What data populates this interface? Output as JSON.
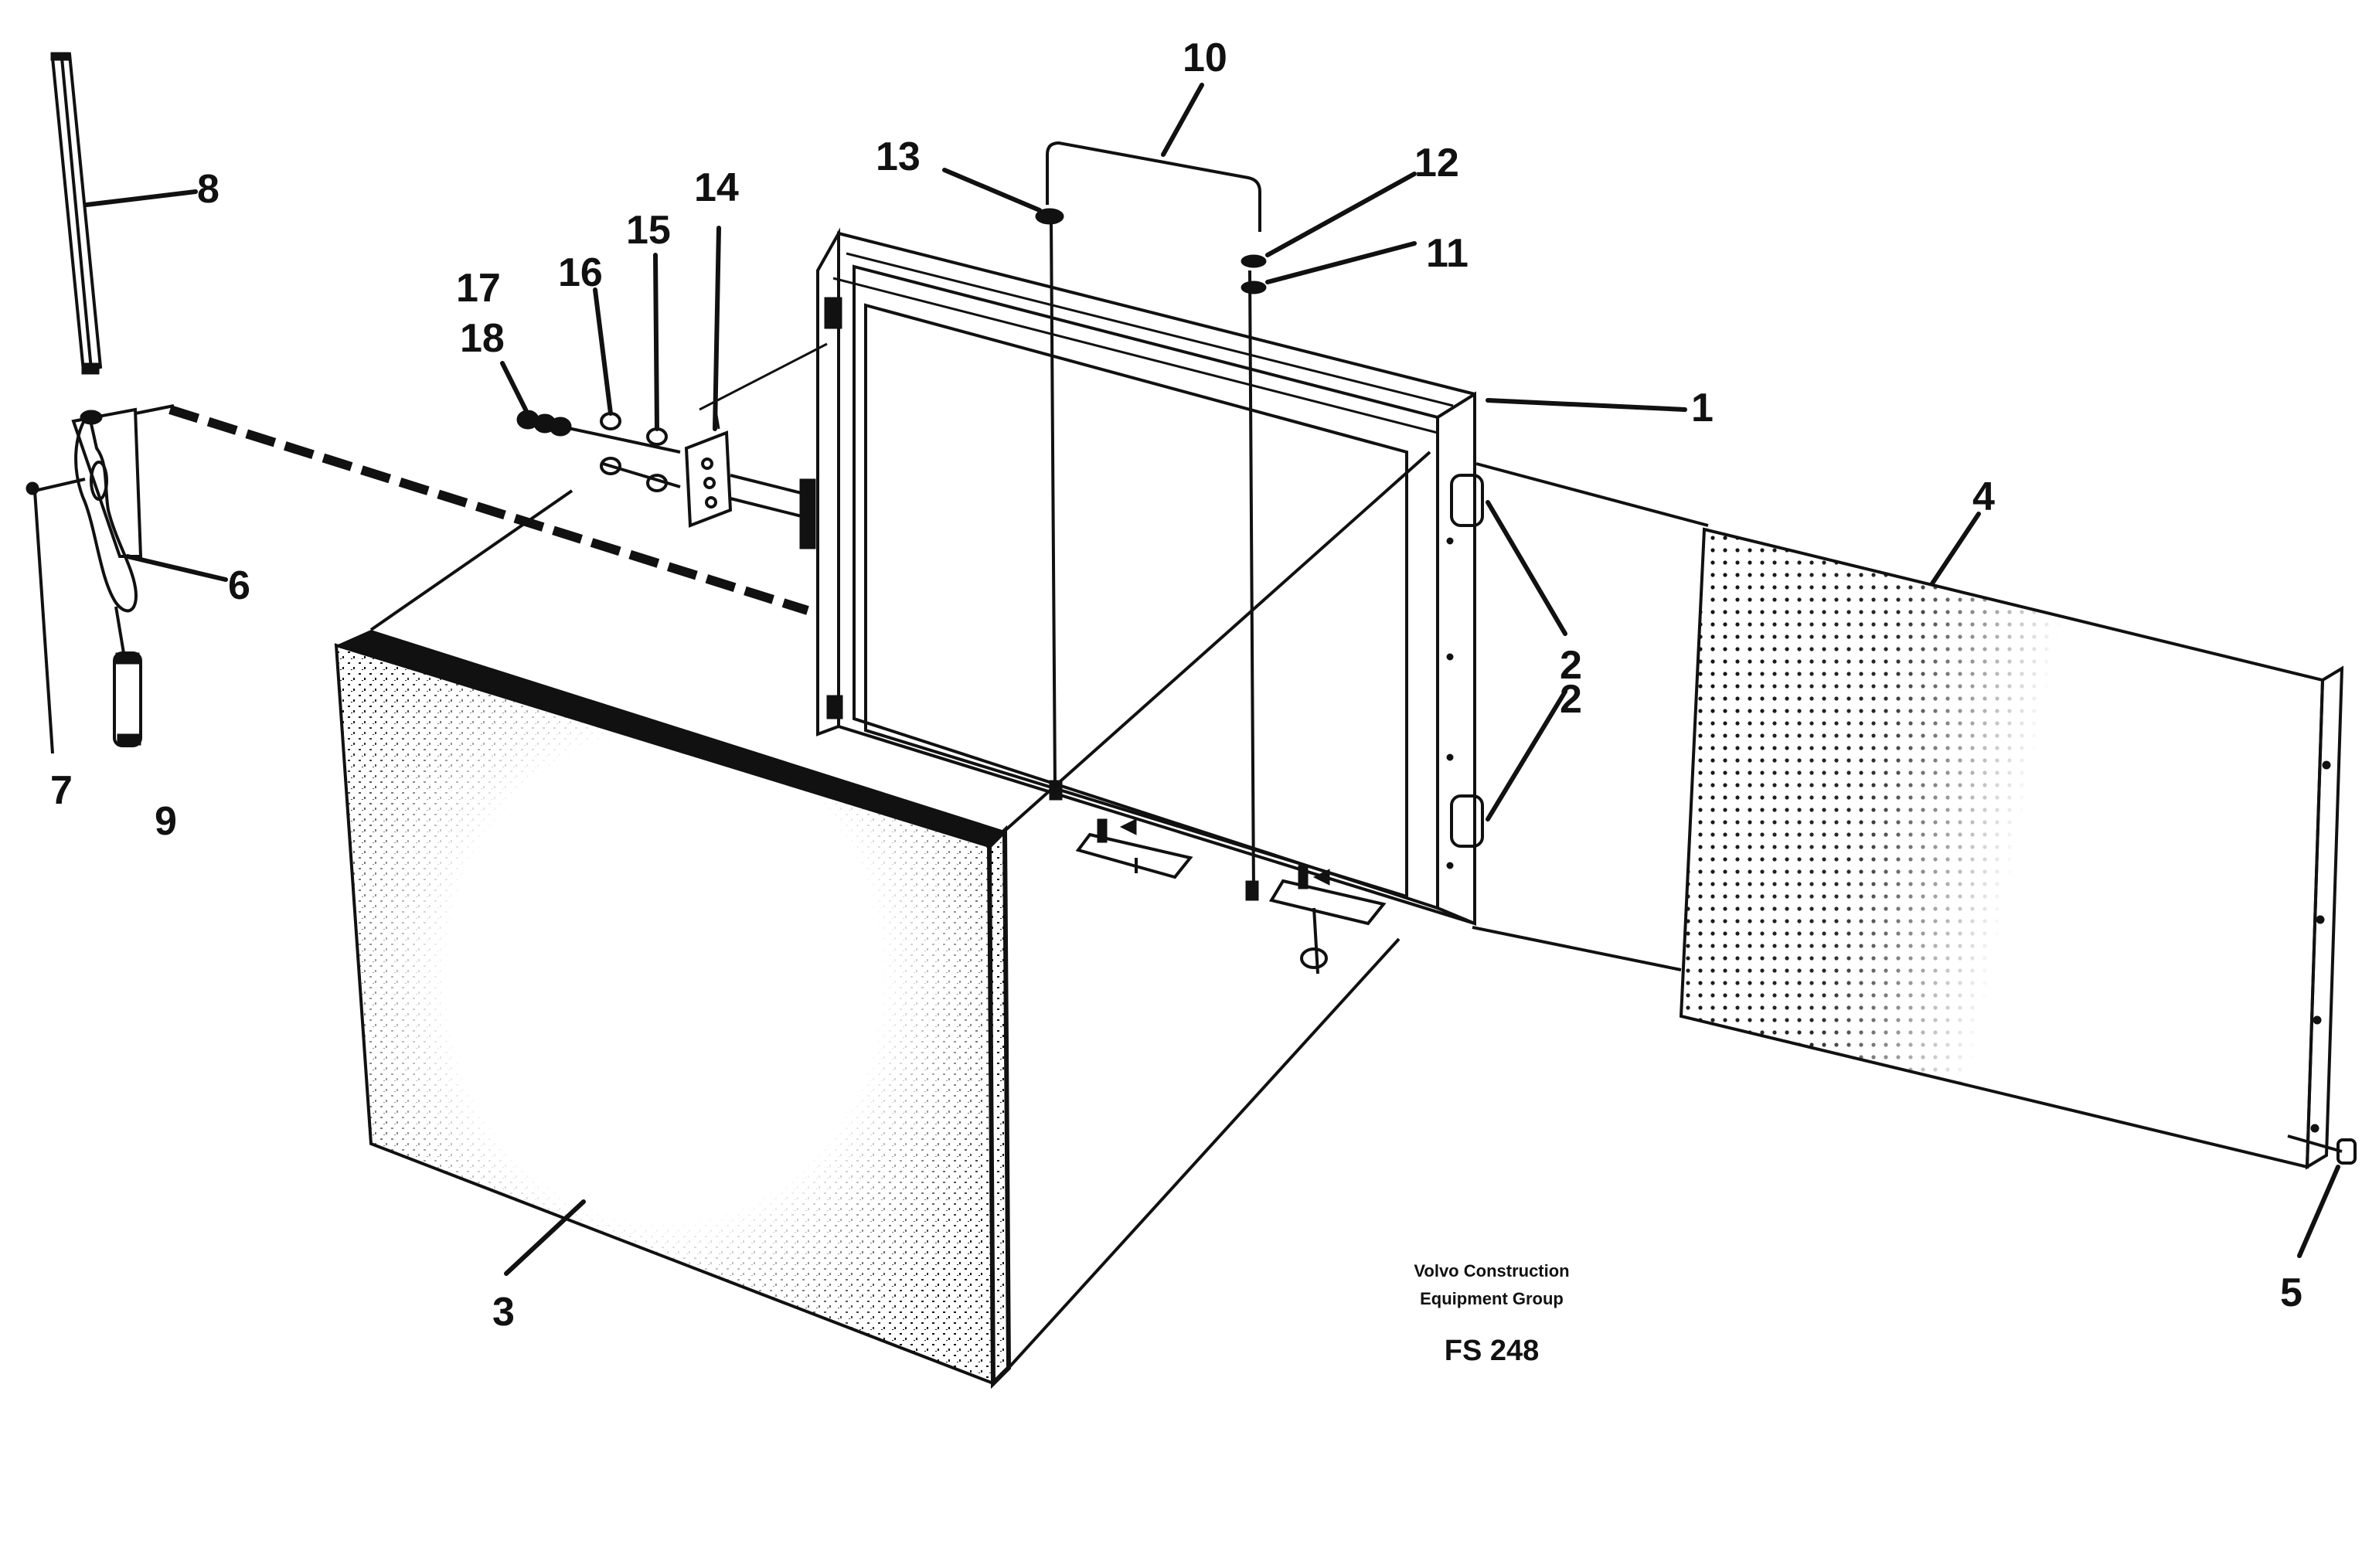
{
  "callouts": {
    "c1": "1",
    "c2a": "2",
    "c2b": "2",
    "c3": "3",
    "c4": "4",
    "c5": "5",
    "c6": "6",
    "c7": "7",
    "c8": "8",
    "c9": "9",
    "c10": "10",
    "c11": "11",
    "c12": "12",
    "c13": "13",
    "c14": "14",
    "c15": "15",
    "c16": "16",
    "c17": "17",
    "c18": "18"
  },
  "caption": {
    "line1": "Volvo Construction",
    "line2": "Equipment Group",
    "code": "FS 248"
  }
}
